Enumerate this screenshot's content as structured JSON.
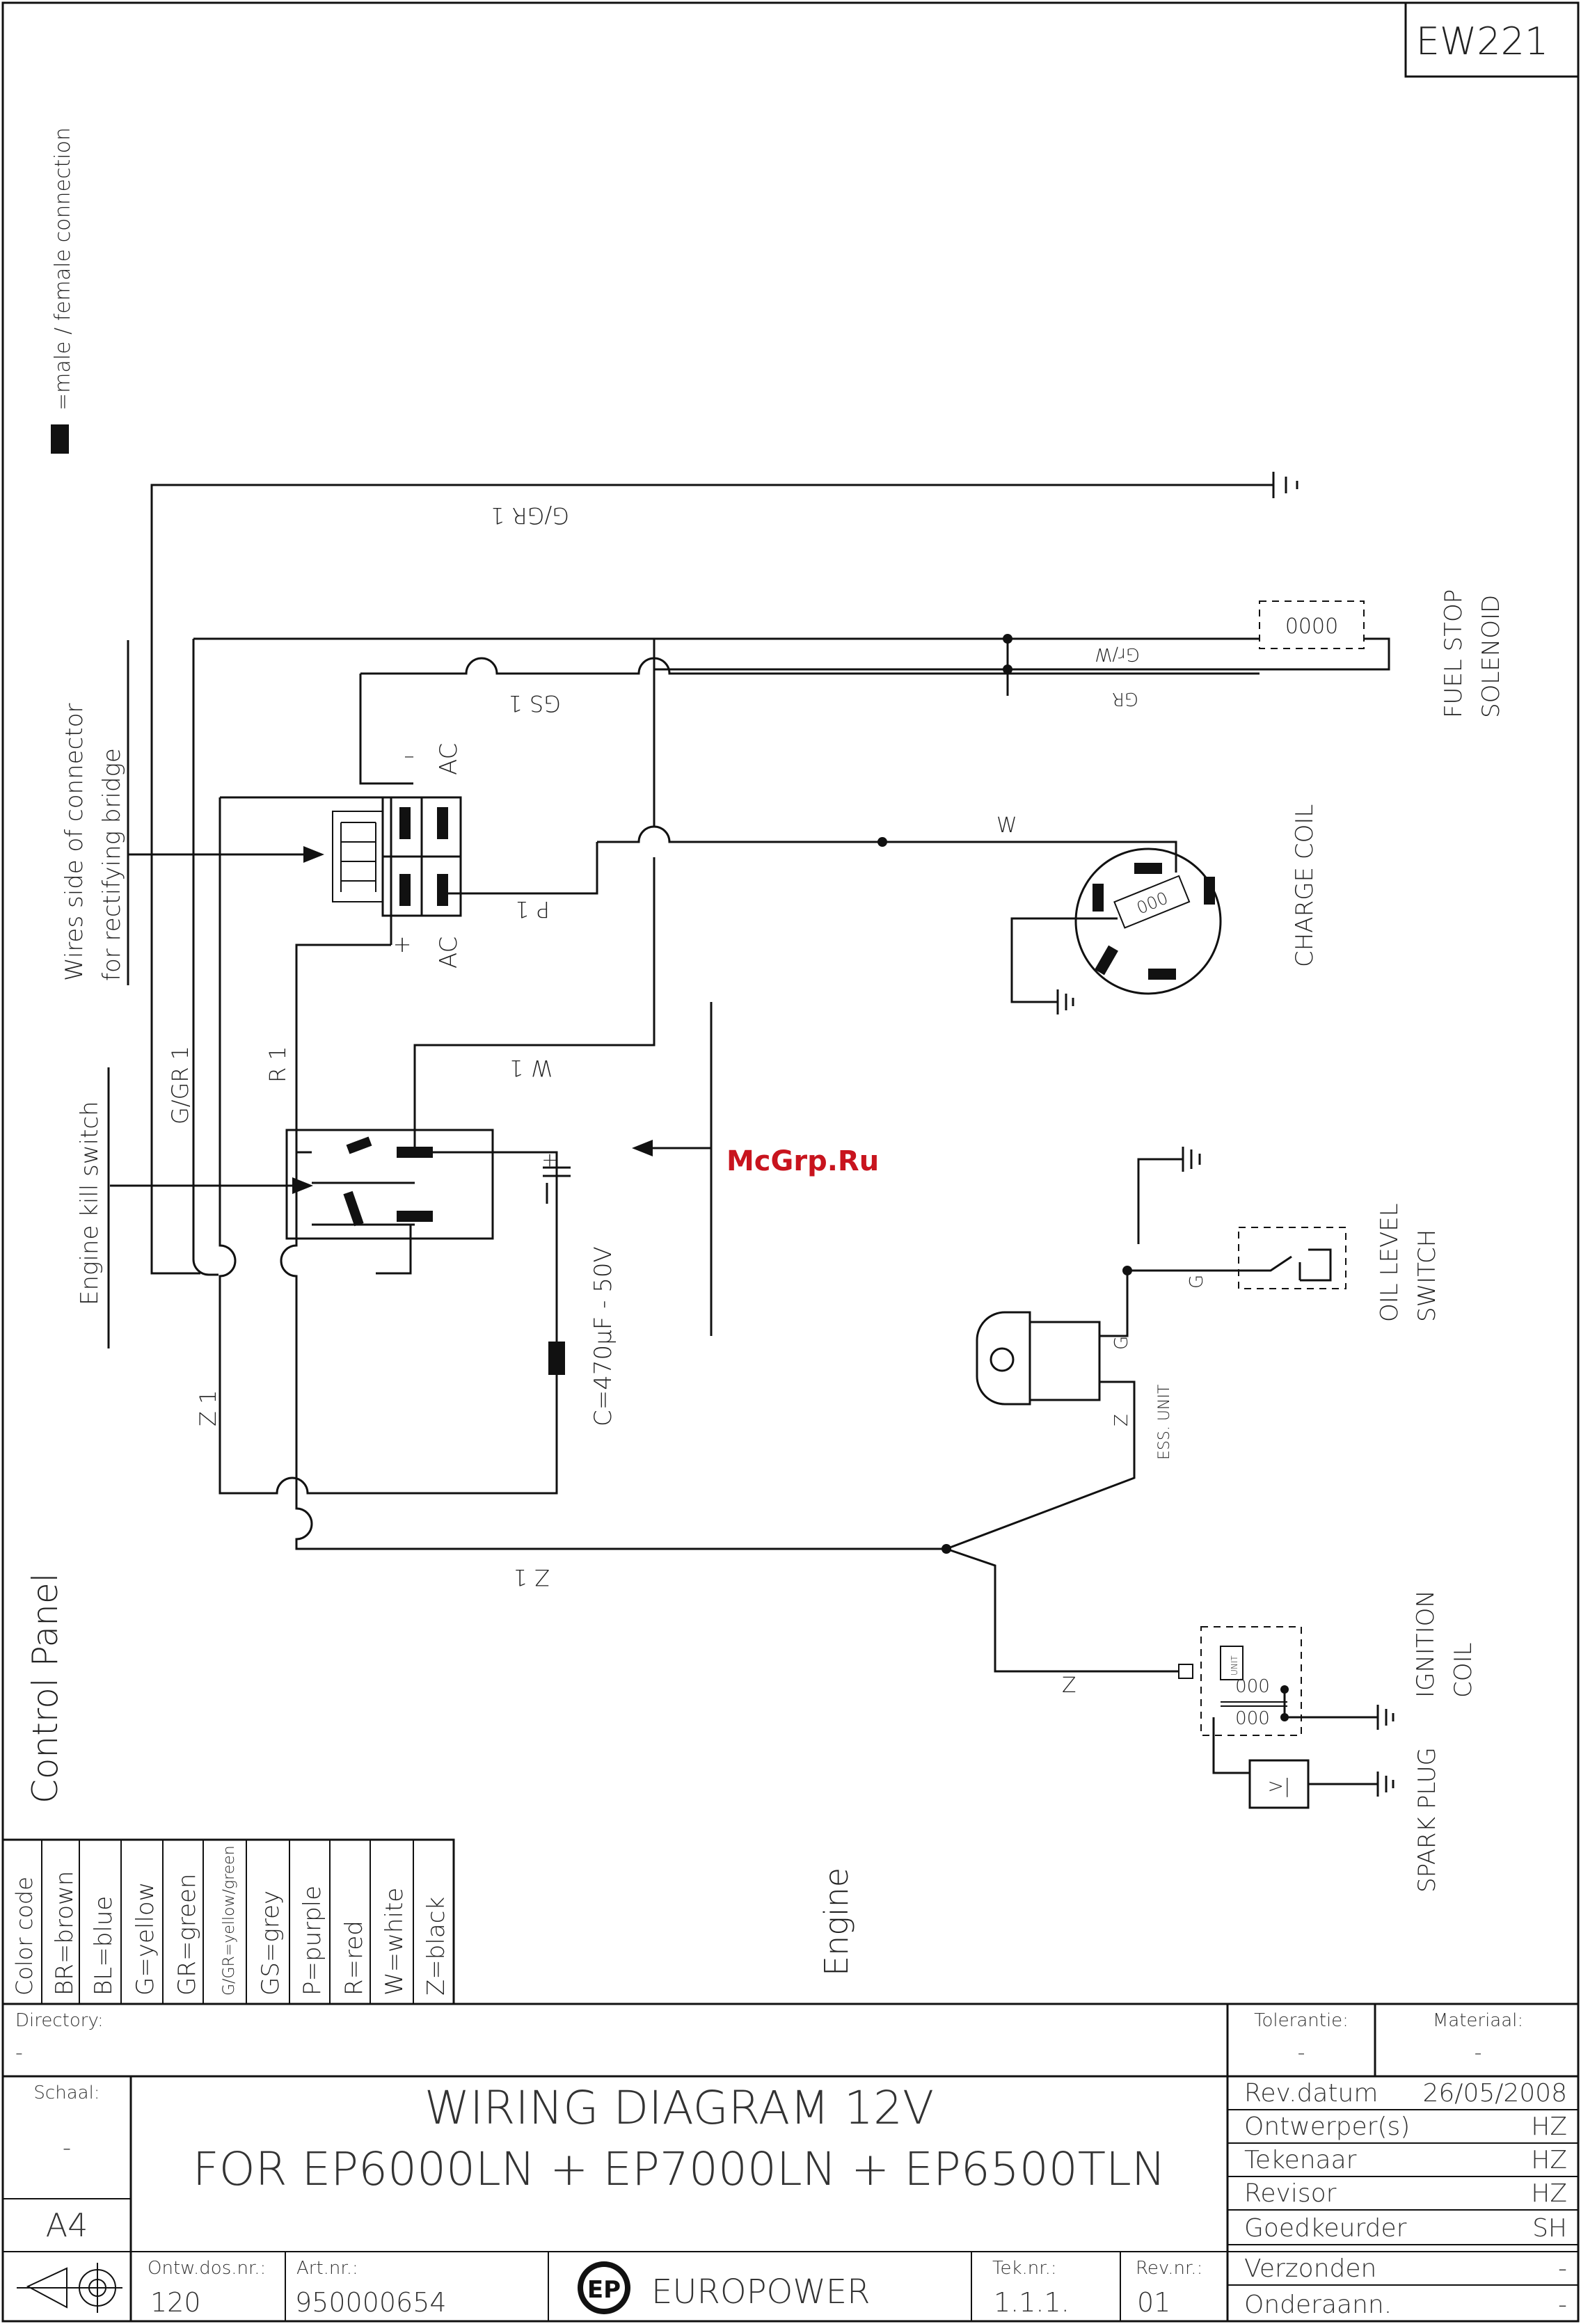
{
  "sheet_code": "EW221",
  "legend": {
    "connector_note": "=male / female connection"
  },
  "watermark": "McGrp.Ru",
  "wires": {
    "ggr1_top": "G/GR 1",
    "gs1": "GS 1",
    "grw": "Gr/W",
    "gr": "GR",
    "w": "W",
    "p1": "P 1",
    "r1": "R 1",
    "w1": "W 1",
    "ggr1_left": "G/GR 1",
    "z1_left": "Z 1",
    "z1_bottom": "Z 1",
    "z": "Z",
    "g": "G",
    "g2": "G",
    "z2": "Z"
  },
  "terminals": {
    "minus": "–",
    "ac_top": "AC",
    "plus": "+",
    "ac_bottom": "AC"
  },
  "components": {
    "connector_note_line1": "Wires side of connector",
    "connector_note_line2": "for rectifying bridge",
    "kill_switch": "Engine kill switch",
    "capacitor": "C=470μF - 50V",
    "fuel_stop_line1": "FUEL STOP",
    "fuel_stop_line2": "SOLENOID",
    "charge_coil": "CHARGE COIL",
    "oil_level_line1": "OIL LEVEL",
    "oil_level_line2": "SWITCH",
    "ess_unit": "ESS. UNIT",
    "ignition_line1": "IGNITION",
    "ignition_line2": "COIL",
    "spark_plug": "SPARK PLUG",
    "unit_tag": "UNIT",
    "diode_symbol": ">|",
    "solenoid_turns": "0000",
    "coil_turns": "000"
  },
  "zones": {
    "control_panel": "Control Panel",
    "engine": "Engine"
  },
  "color_code": {
    "title": "Color code",
    "entries": [
      "BR=brown",
      "BL=blue",
      "G=yellow",
      "GR=green",
      "G/GR=yellow/green",
      "GS=grey",
      "P=purple",
      "R=red",
      "W=white",
      "Z=black"
    ]
  },
  "title_block": {
    "directory_label": "Directory:",
    "directory_value": "-",
    "tolerantie_label": "Tolerantie:",
    "tolerantie_value": "-",
    "materiaal_label": "Materiaal:",
    "materiaal_value": "-",
    "schaal_label": "Schaal:",
    "schaal_value": "-",
    "format": "A4",
    "title_line1": "WIRING DIAGRAM 12V",
    "title_line2": "FOR EP6000LN + EP7000LN + EP6500TLN",
    "rows": [
      {
        "label": "Rev.datum",
        "value": "26/05/2008"
      },
      {
        "label": "Ontwerper(s)",
        "value": "HZ"
      },
      {
        "label": "Tekenaar",
        "value": "HZ"
      },
      {
        "label": "Revisor",
        "value": "HZ"
      },
      {
        "label": "Goedkeurder",
        "value": "SH"
      },
      {
        "label": "Verzonden",
        "value": "-"
      },
      {
        "label": "Onderaann.",
        "value": "-"
      }
    ],
    "ontw_label": "Ontw.dos.nr.:",
    "ontw_value": "120",
    "art_label": "Art.nr.:",
    "art_value": "950000654",
    "brand": "EUROPOWER",
    "logo_text": "EP",
    "tek_label": "Tek.nr.:",
    "tek_value": "1.1.1.",
    "rev_label": "Rev.nr.:",
    "rev_value": "01"
  }
}
